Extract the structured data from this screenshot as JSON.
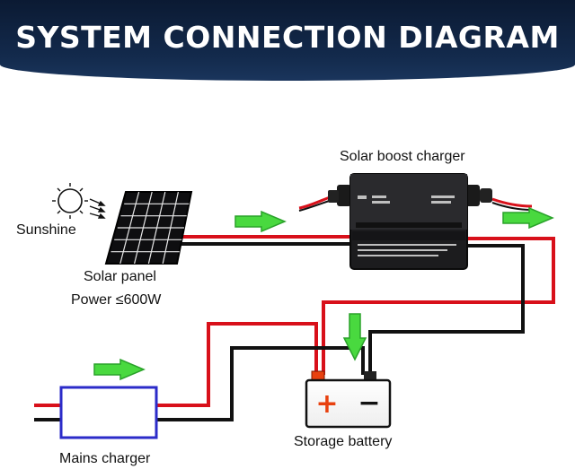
{
  "title": "SYSTEM CONNECTION DIAGRAM",
  "labels": {
    "solar_boost_charger": "Solar boost charger",
    "sunshine": "Sunshine",
    "solar_panel": "Solar panel",
    "power": "Power ≤600W",
    "storage_battery": "Storage battery",
    "mains_charger": "Mains charger"
  },
  "battery": {
    "plus": "+",
    "minus": "−"
  },
  "colors": {
    "header": "#0f2240",
    "wire_positive": "#d8101a",
    "wire_negative": "#111111",
    "arrow": "#3fce3a",
    "mains_box": "#2b2bc9",
    "battery_plus": "#e8410f"
  }
}
